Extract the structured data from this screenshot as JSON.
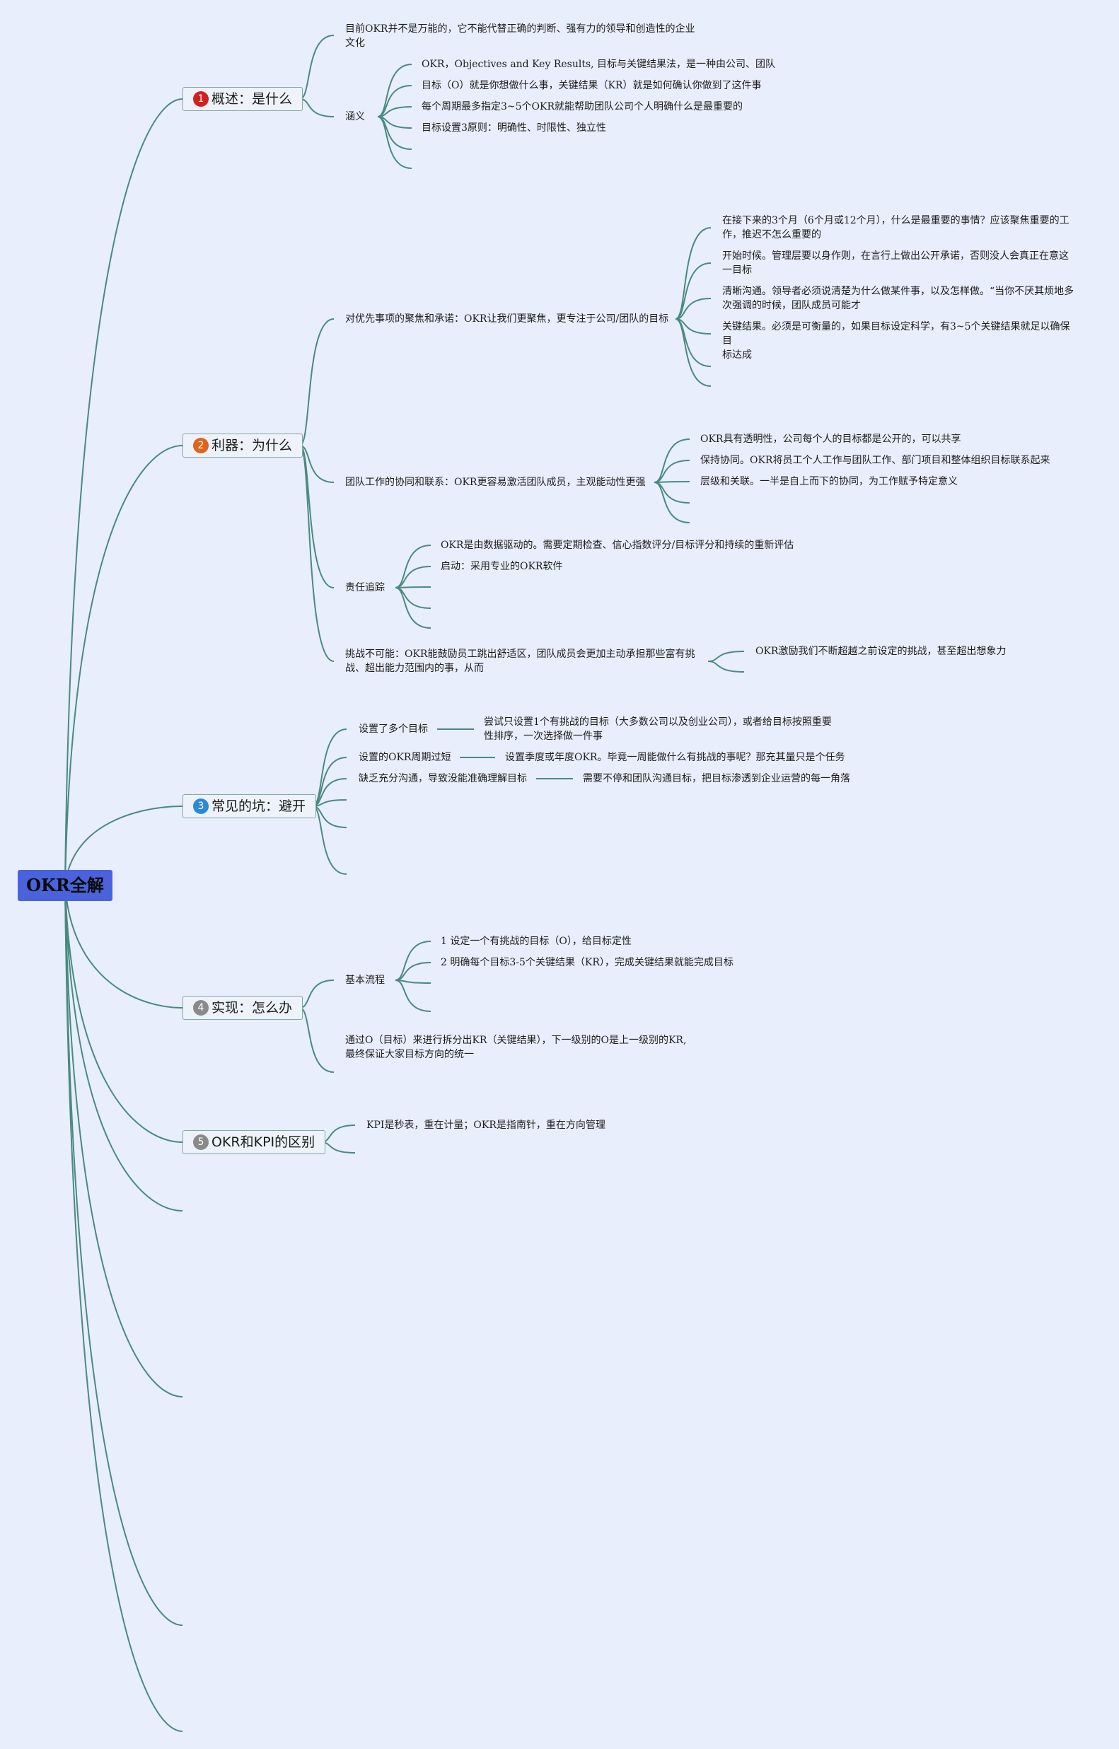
{
  "root": {
    "label": "OKR全解"
  },
  "colors": {
    "edge": "#4a8a80",
    "root_bg": "#4a62dc",
    "badge1": "#d41f1f",
    "badge2": "#e0621b",
    "badge3": "#2a8ad6",
    "badge4": "#8a8a8a",
    "badge5": "#8a8a8a"
  },
  "branches": [
    {
      "num": "1",
      "label": "概述：是什么"
    },
    {
      "num": "2",
      "label": "利器：为什么"
    },
    {
      "num": "3",
      "label": "常见的坑：避开"
    },
    {
      "num": "4",
      "label": "实现：怎么办"
    },
    {
      "num": "5",
      "label": "OKR和KPI的区别"
    }
  ],
  "b1": {
    "n1": "目前OKR并不是万能的，它不能代替正确的判断、强有力的领导和创造性的企业\n文化",
    "n2": "涵义",
    "n2_children": [
      "OKR，Objectives and Key Results, 目标与关键结果法，是一种由公司、团队",
      "目标（O）就是你想做什么事，关键结果（KR）就是如何确认你做到了这件事",
      "每个周期最多指定3~5个OKR就能帮助团队公司个人明确什么是最重要的",
      "目标设置3原则：明确性、时限性、独立性"
    ]
  },
  "b2": {
    "n1": "对优先事项的聚焦和承诺：OKR让我们更聚焦，更专注于公司/团队的目标",
    "n1_children": [
      "在接下来的3个月（6个月或12个月），什么是最重要的事情？应该聚焦重要的工\n作，推迟不怎么重要的",
      "开始时候。管理层要以身作则，在言行上做出公开承诺，否则没人会真正在意这\n一目标",
      "清晰沟通。领导者必须说清楚为什么做某件事，以及怎样做。“当你不厌其烦地多\n次强调的时候，团队成员可能才",
      "关键结果。必须是可衡量的，如果目标设定科学，有3~5个关键结果就足以确保目\n标达成"
    ],
    "n2": "团队工作的协同和联系：OKR更容易激活团队成员，主观能动性更强",
    "n2_children": [
      "OKR具有透明性，公司每个人的目标都是公开的，可以共享",
      "保持协同。OKR将员工个人工作与团队工作、部门项目和整体组织目标联系起来",
      "层级和关联。一半是自上而下的协同，为工作赋予特定意义"
    ],
    "n3": "责任追踪",
    "n3_children": [
      "OKR是由数据驱动的。需要定期检查、信心指数评分/目标评分和持续的重新评估",
      "启动：采用专业的OKR软件"
    ],
    "n4": "挑战不可能：OKR能鼓励员工跳出舒适区，团队成员会更加主动承担那些富有挑\n战、超出能力范围内的事，从而",
    "n4_children": [
      "OKR激励我们不断超越之前设定的挑战，甚至超出想象力"
    ]
  },
  "b3": {
    "items": [
      {
        "label": "设置了多个目标",
        "child": "尝试只设置1个有挑战的目标（大多数公司以及创业公司），或者给目标按照重要\n性排序，一次选择做一件事"
      },
      {
        "label": "设置的OKR周期过短",
        "child": "设置季度或年度OKR。毕竟一周能做什么有挑战的事呢？那充其量只是个任务"
      },
      {
        "label": "缺乏充分沟通，导致没能准确理解目标",
        "child": "需要不停和团队沟通目标，把目标渗透到企业运营的每一角落"
      }
    ]
  },
  "b4": {
    "n1": "基本流程",
    "n1_children": [
      "1 设定一个有挑战的目标（O），给目标定性",
      "2 明确每个目标3-5个关键结果（KR），完成关键结果就能完成目标"
    ],
    "n2": "通过O（目标）来进行拆分出KR（关键结果），下一级别的O是上一级别的KR,\n最终保证大家目标方向的统一"
  },
  "b5": {
    "n1": "KPI是秒表，重在计量；OKR是指南针，重在方向管理"
  }
}
